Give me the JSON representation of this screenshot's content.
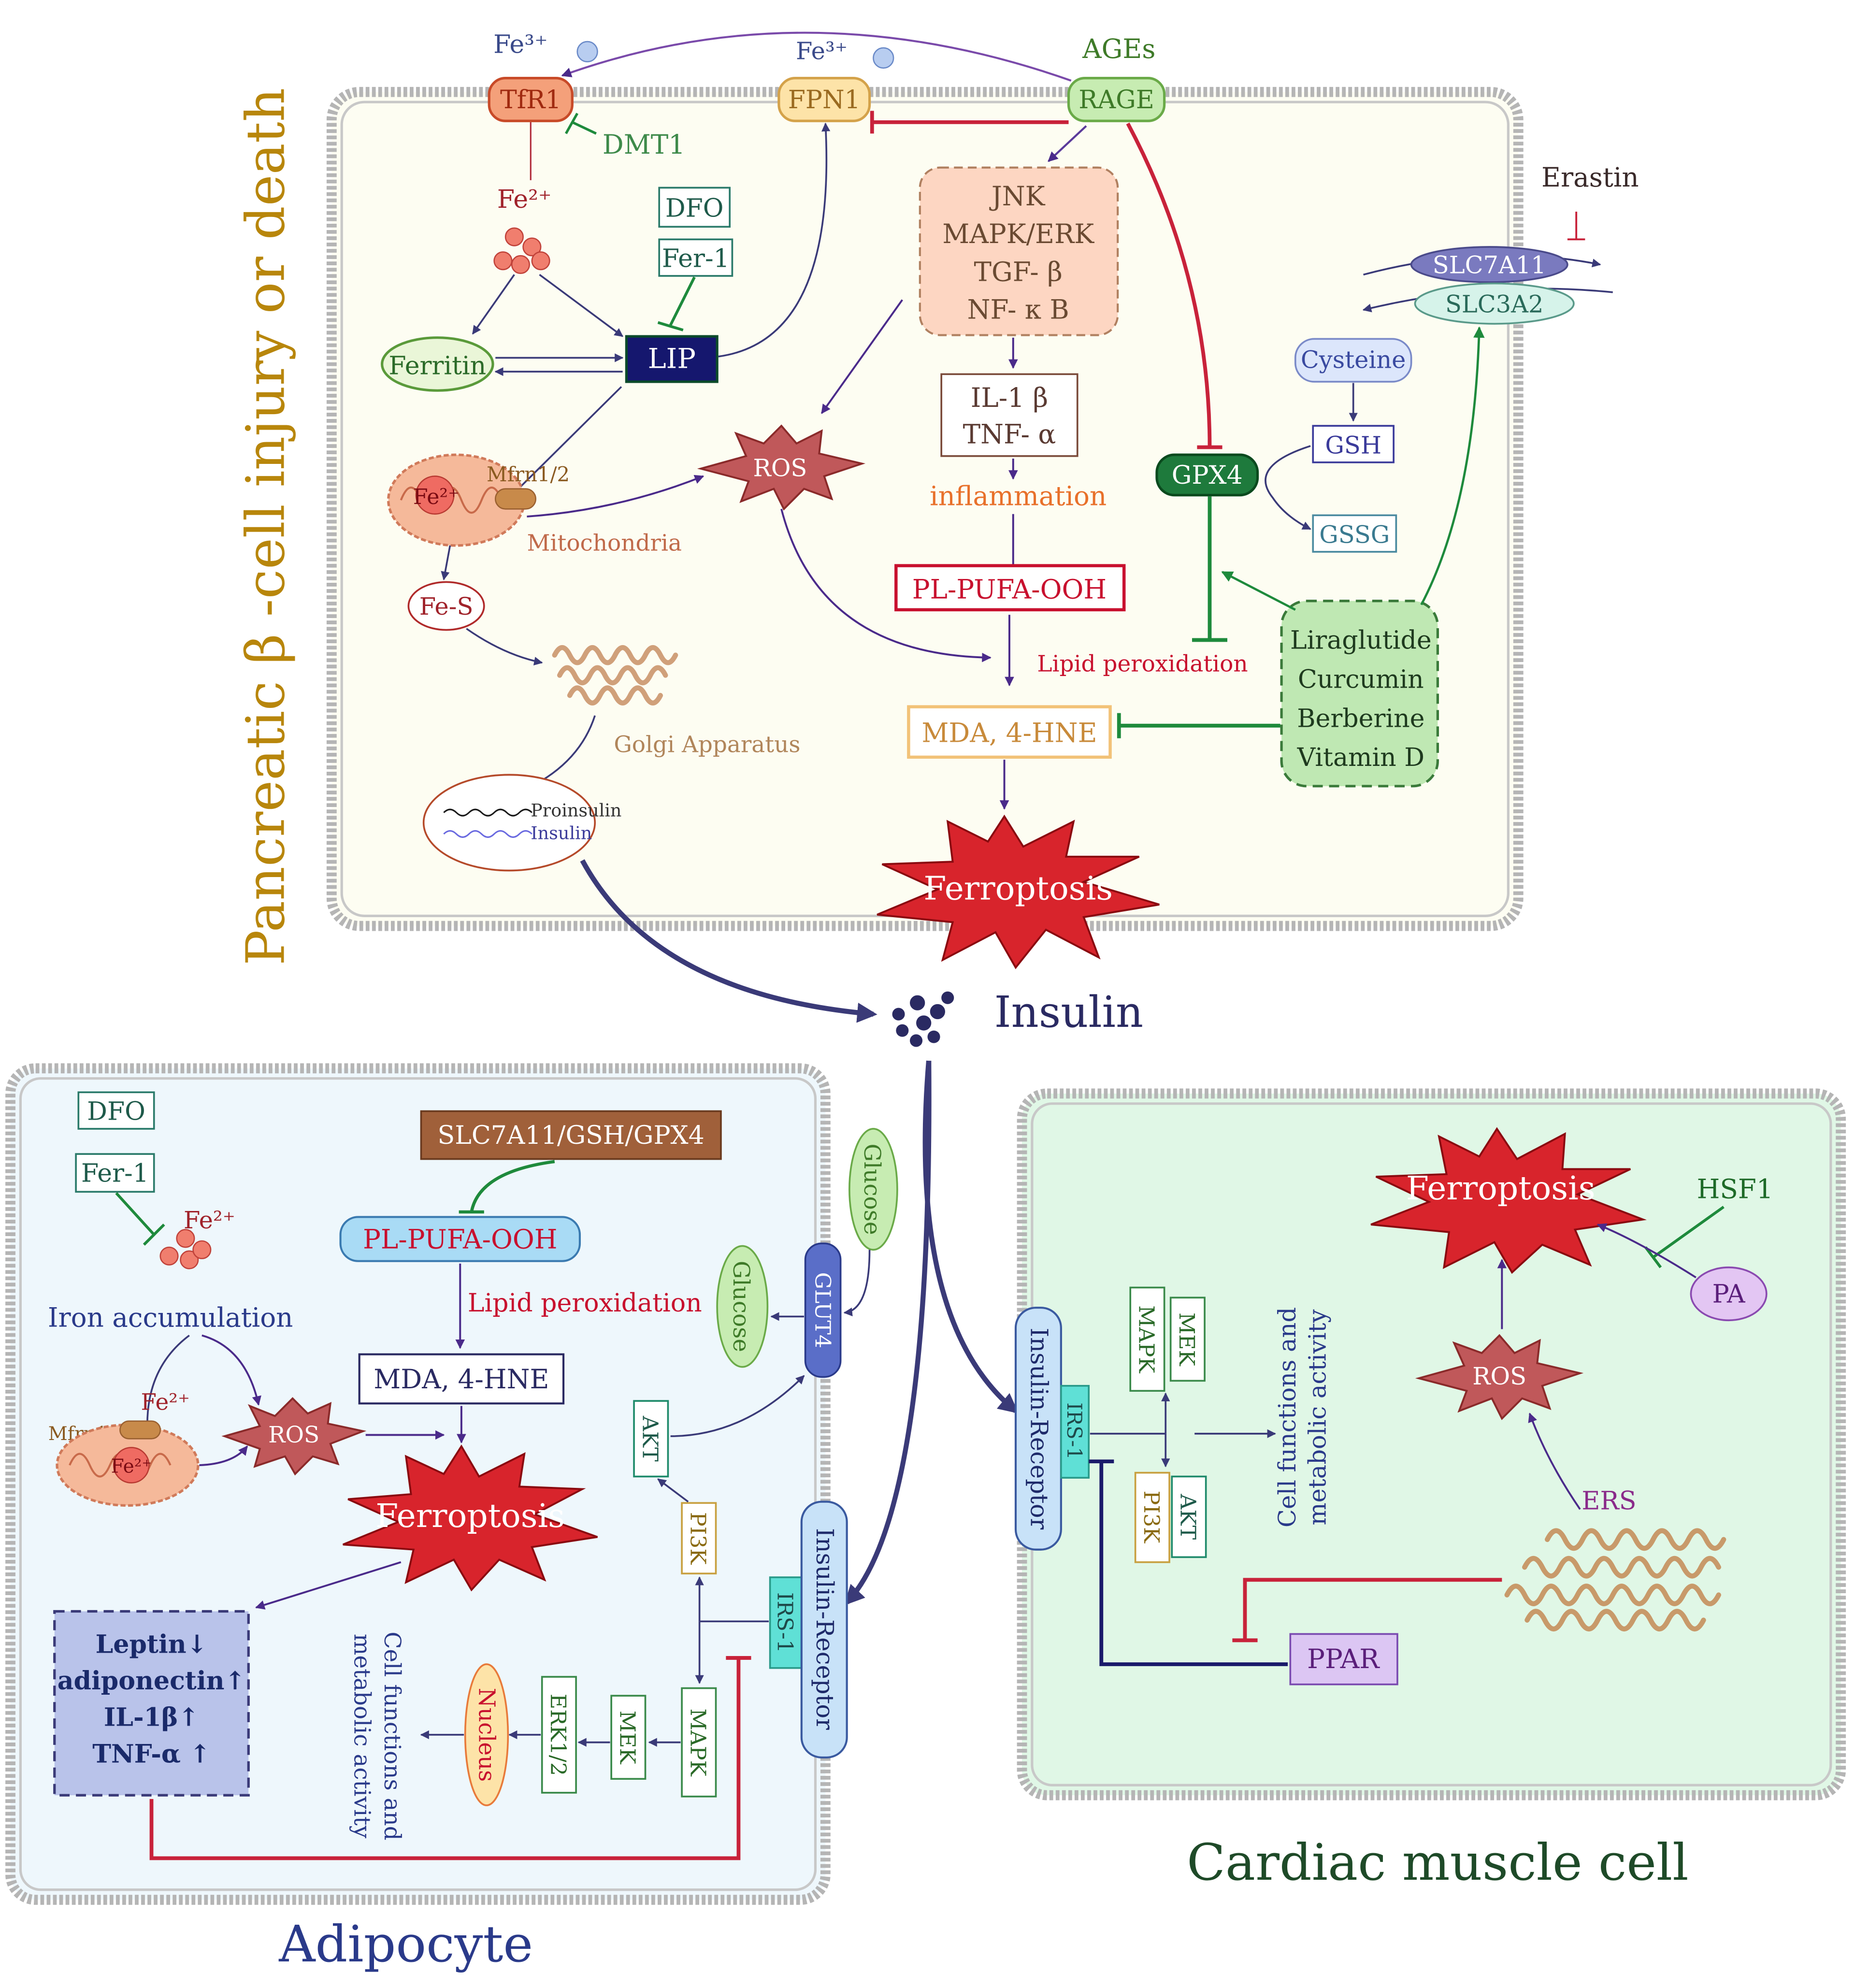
{
  "beta_cell": {
    "side_title": "Pancreatic β -cell injury or death",
    "fe3_left": "Fe³⁺",
    "fe3_right": "Fe³⁺",
    "tfr1": "TfR1",
    "fpn1": "FPN1",
    "rage": "RAGE",
    "ages": "AGEs",
    "dmt1": "DMT1",
    "fe2": "Fe²⁺",
    "dfo": "DFO",
    "fer1": "Fer-1",
    "ferritin": "Ferritin",
    "lip": "LIP",
    "mito_fe": "Fe²⁺",
    "mfrn": "Mfrn1/2",
    "mitochondria": "Mitochondria",
    "fes": "Fe-S",
    "golgi": "Golgi Apparatus",
    "proinsulin": "Proinsulin",
    "insulin_legend": "Insulin",
    "ros": "ROS",
    "signaling": [
      "JNK",
      "MAPK/ERK",
      "TGF- β",
      "NF- κ B"
    ],
    "cytokines": [
      "IL-1 β",
      "TNF- α"
    ],
    "inflammation": "inflammation",
    "pl_pufa": "PL-PUFA-OOH",
    "lipid_perox": "Lipid peroxidation",
    "mda": "MDA, 4-HNE",
    "ferroptosis": "Ferroptosis",
    "gpx4": "GPX4",
    "erastin": "Erastin",
    "slc7a11": "SLC7A11",
    "slc3a2": "SLC3A2",
    "cysteine": "Cysteine",
    "gsh": "GSH",
    "gssg": "GSSG",
    "drugs": [
      "Liraglutide",
      "Curcumin",
      "Berberine",
      "Vitamin D"
    ]
  },
  "insulin_center": "Insulin",
  "adipocyte": {
    "title": "Adipocyte",
    "dfo": "DFO",
    "fer1": "Fer-1",
    "fe2": "Fe²⁺",
    "iron_acc": "Iron accumulation",
    "mfrn": "Mfrn1/2",
    "mito_fe2": "Fe²⁺",
    "mito_fe": "Fe²⁺",
    "ros": "ROS",
    "slc_box": "SLC7A11/GSH/GPX4",
    "pl_pufa": "PL-PUFA-OOH",
    "lipid_perox": "Lipid peroxidation",
    "mda": "MDA, 4-HNE",
    "ferroptosis": "Ferroptosis",
    "adipokines": [
      "Leptin↓",
      "adiponectin↑",
      "IL-1β↑",
      "TNF-α ↑"
    ],
    "glucose_out": "Glucose",
    "glucose_in": "Glucose",
    "glut4": "GLUT4",
    "akt": "AKT",
    "pi3k": "PI3K",
    "irs1": "IRS-1",
    "insulin_receptor": "Insulin-Receptor",
    "mapk": "MAPK",
    "mek": "MEK",
    "erk": "ERK1/2",
    "nucleus": "Nucleus",
    "cell_func_1": "Cell functions and",
    "cell_func_2": "metabolic activity"
  },
  "cardiac": {
    "title": "Cardiac muscle cell",
    "insulin_receptor": "Insulin-Receptor",
    "irs1": "IRS-1",
    "mapk": "MAPK",
    "mek": "MEK",
    "pi3k": "PI3K",
    "akt": "AKT",
    "cell_func_1": "Cell functions and",
    "cell_func_2": "metabolic activity",
    "ferroptosis": "Ferroptosis",
    "hsf1": "HSF1",
    "pa": "PA",
    "ros": "ROS",
    "ers": "ERS",
    "ppar": "PPAR"
  }
}
